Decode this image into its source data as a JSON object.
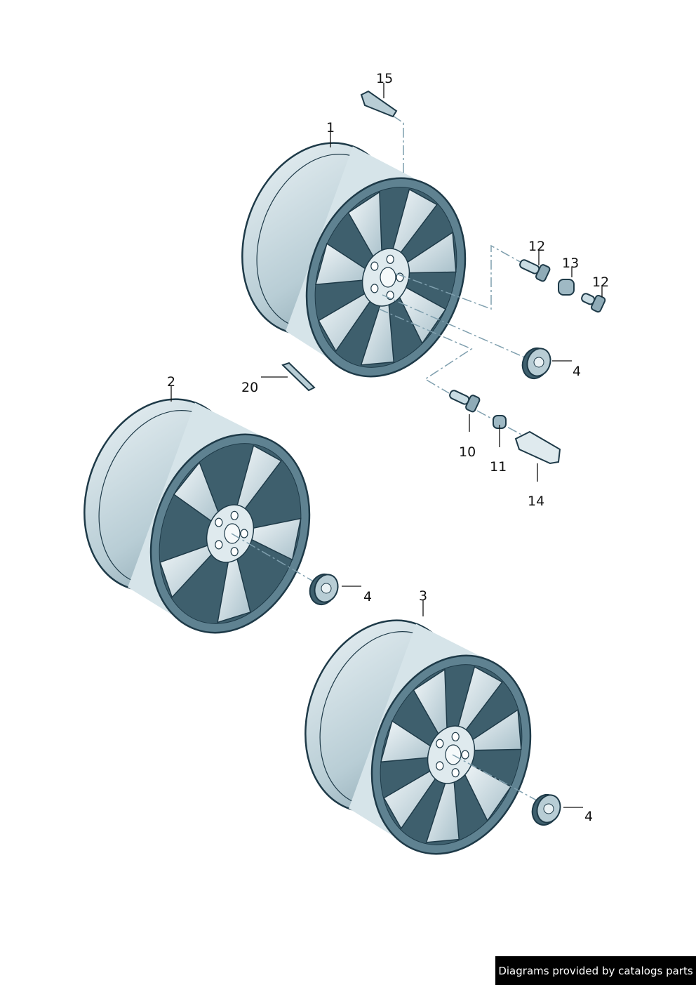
{
  "diagram": {
    "callouts": {
      "c1": "1",
      "c2": "2",
      "c3": "3",
      "c4a": "4",
      "c4b": "4",
      "c4c": "4",
      "c10": "10",
      "c11": "11",
      "c12a": "12",
      "c12b": "12",
      "c13": "13",
      "c14": "14",
      "c15": "15",
      "c20": "20"
    },
    "colors": {
      "stroke": "#1e3a48",
      "fill": "#c9dce3",
      "dark": "#5f8291",
      "leader": "#7f9fae"
    }
  },
  "footer": {
    "text": "Diagrams provided by catalogs parts"
  }
}
